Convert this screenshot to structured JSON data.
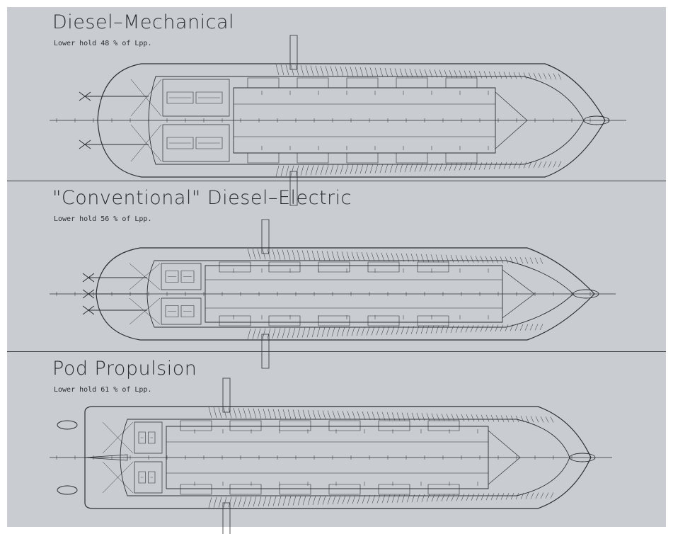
{
  "panels": [
    {
      "title": "Diesel–Mechanical",
      "subtitle": "Lower hold 48 % of Lpp.",
      "variant": "mechanical"
    },
    {
      "title": "\"Conventional\" Diesel–Electric",
      "subtitle": "Lower hold 56 % of Lpp.",
      "variant": "electric"
    },
    {
      "title": "Pod Propulsion",
      "subtitle": "Lower hold 61 % of Lpp.",
      "variant": "pod"
    }
  ],
  "colors": {
    "background": "#c9ccd1",
    "ink": "#2d2f33"
  }
}
